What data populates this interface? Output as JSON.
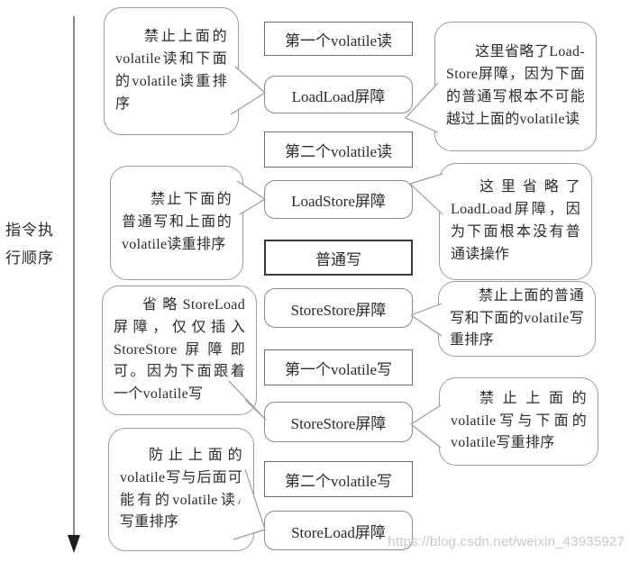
{
  "axis_label": "指令执行顺序",
  "watermark": "https://blog.csdn.net/weixin_43935927",
  "colors": {
    "text": "#2b2b2b",
    "box_border": "#6e6e6e",
    "barrier_border": "#8a8a8a",
    "bold_box_border": "#3a3a3a",
    "callout_border": "#9c9c9c",
    "arrow": "#6a6a6a",
    "arrow_head": "#1d1d1d",
    "watermark": "#cdc8c8"
  },
  "boxes": [
    {
      "label": "第一个volatile读",
      "kind": "operation"
    },
    {
      "label": "LoadLoad屏障",
      "kind": "barrier"
    },
    {
      "label": "第二个volatile读",
      "kind": "operation"
    },
    {
      "label": "LoadStore屏障",
      "kind": "barrier"
    },
    {
      "label": "普通写",
      "kind": "operation-bold"
    },
    {
      "label": "StoreStore屏障",
      "kind": "barrier"
    },
    {
      "label": "第一个volatile写",
      "kind": "operation"
    },
    {
      "label": "StoreStore屏障",
      "kind": "barrier"
    },
    {
      "label": "第二个volatile写",
      "kind": "operation"
    },
    {
      "label": "StoreLoad屏障",
      "kind": "barrier"
    }
  ],
  "left_callouts": [
    {
      "text": "禁止上面的volatile读和下面的volatile读重排序",
      "points_to_box": 1
    },
    {
      "text": "禁止下面的普通写和上面的volatile读重排序",
      "points_to_box": 3
    },
    {
      "text": "省略StoreLoad屏障，仅仅插入StoreStore屏障即可。因为下面跟着一个volatile写",
      "points_to_box": 7
    },
    {
      "text": "防止上面的volatile写与后面可能有的volatile读/写重排序",
      "points_to_box": 9
    }
  ],
  "right_callouts": [
    {
      "text": "这里省略了Load-Store屏障，因为下面的普通写根本不可能越过上面的volatile读",
      "points_to_box": 1
    },
    {
      "text": "这里省略了LoadLoad屏障，因为下面根本没有普通读操作",
      "points_to_box": 3
    },
    {
      "text": "禁止上面的普通写和下面的volatile写重排序",
      "points_to_box": 5
    },
    {
      "text": "禁止上面的volatile写与下面的volatile写重排序",
      "points_to_box": 7
    }
  ]
}
